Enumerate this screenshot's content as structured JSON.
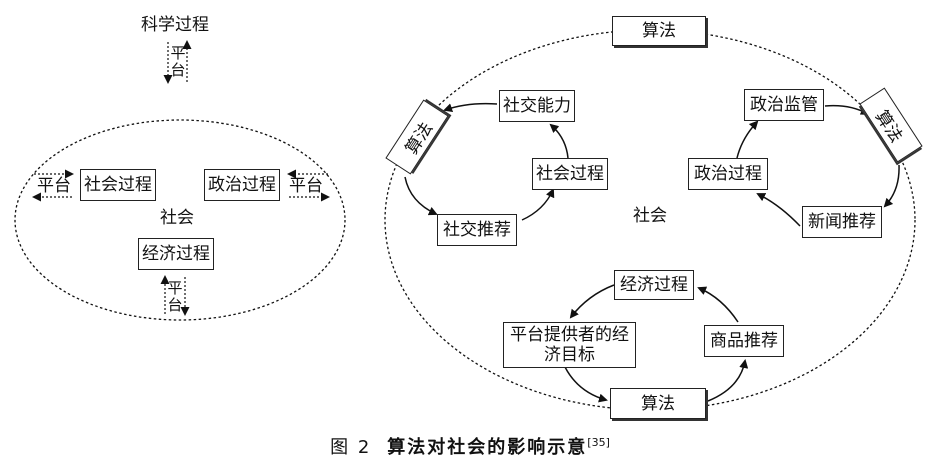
{
  "left": {
    "top_label": "科学过程",
    "platform": "平台",
    "society": "社会",
    "social_process": "社会过程",
    "political_process": "政治过程",
    "economic_process": "经济过程"
  },
  "right": {
    "algorithm": "算法",
    "social_ability": "社交能力",
    "social_process": "社会过程",
    "social_recommend": "社交推荐",
    "political_regulation": "政治监管",
    "political_process": "政治过程",
    "news_recommend": "新闻推荐",
    "society": "社会",
    "economic_process": "经济过程",
    "platform_goal": "平台提供者的经济目标",
    "product_recommend": "商品推荐"
  },
  "caption": {
    "figure_no": "图 2",
    "title": "算法对社会的影响示意",
    "ref": "[35]"
  }
}
